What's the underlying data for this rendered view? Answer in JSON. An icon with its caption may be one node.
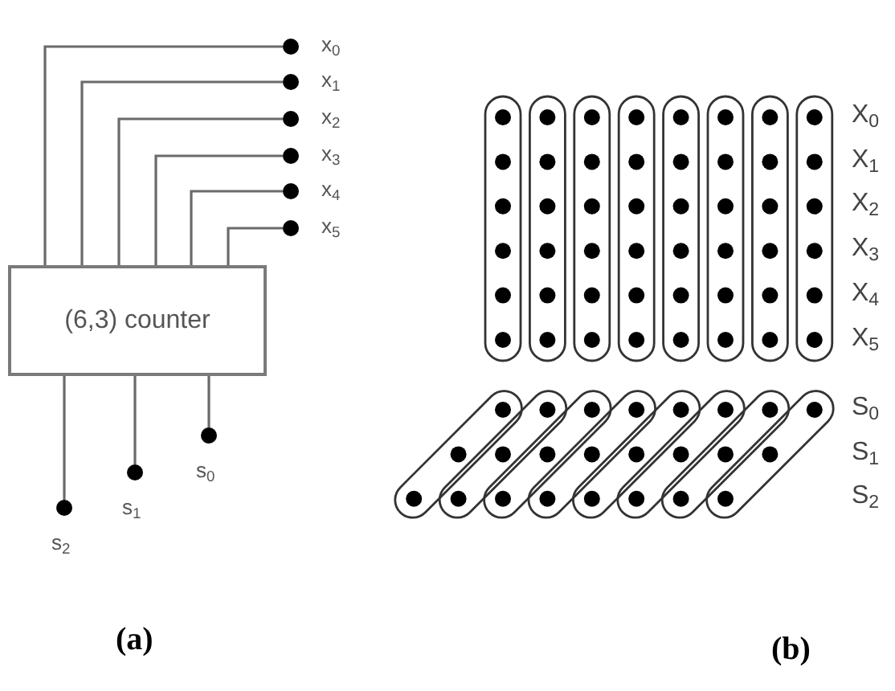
{
  "diagram": {
    "nodes": [
      {
        "text": [],
        "shape": "circle",
        "beside": [
          "x$_{0}$"
        ]
      },
      {
        "text": [],
        "shape": "circle",
        "beside": [
          "x$_{1}$"
        ]
      },
      {
        "text": [],
        "shape": "circle",
        "beside": [
          "x$_{2}$"
        ]
      },
      {
        "text": [],
        "shape": "circle",
        "beside": [
          "x$_{3}$"
        ]
      },
      {
        "text": [],
        "shape": "circle",
        "beside": [
          "x$_{4}$"
        ]
      },
      {
        "text": [],
        "shape": "circle",
        "beside": [
          "x$_{5}$"
        ]
      },
      {
        "text": [
          "(6,3) counter"
        ]
      },
      {
        "text": [],
        "shape": "circle",
        "beside": [
          "s$_{0}$"
        ]
      },
      {
        "text": [],
        "shape": "circle",
        "beside": [
          "s$_{1}$"
        ]
      },
      {
        "text": [],
        "shape": "circle",
        "beside": [
          "s$_{2}$"
        ]
      }
    ],
    "edges": [
      {
        "from": 0,
        "to": 6,
        "arrow": "none"
      },
      {
        "from": 1,
        "to": 6,
        "arrow": "none"
      },
      {
        "from": 2,
        "to": 6,
        "arrow": "none"
      },
      {
        "from": 3,
        "to": 6,
        "arrow": "none"
      },
      {
        "from": 4,
        "to": 6,
        "arrow": "none"
      },
      {
        "from": 5,
        "to": 6,
        "arrow": "none"
      },
      {
        "from": 6,
        "to": 7,
        "arrow": "none"
      },
      {
        "from": 6,
        "to": 8,
        "arrow": "none"
      },
      {
        "from": 6,
        "to": 9,
        "arrow": "none"
      }
    ],
    "labels": [
      "X$_{0}$",
      "X$_{1}$",
      "X$_{2}$",
      "X$_{3}$",
      "X$_{4}$",
      "X$_{5}$",
      "S$_{0}$",
      "S$_{1}$",
      "S$_{2}$",
      "(a)",
      "(b)"
    ]
  }
}
